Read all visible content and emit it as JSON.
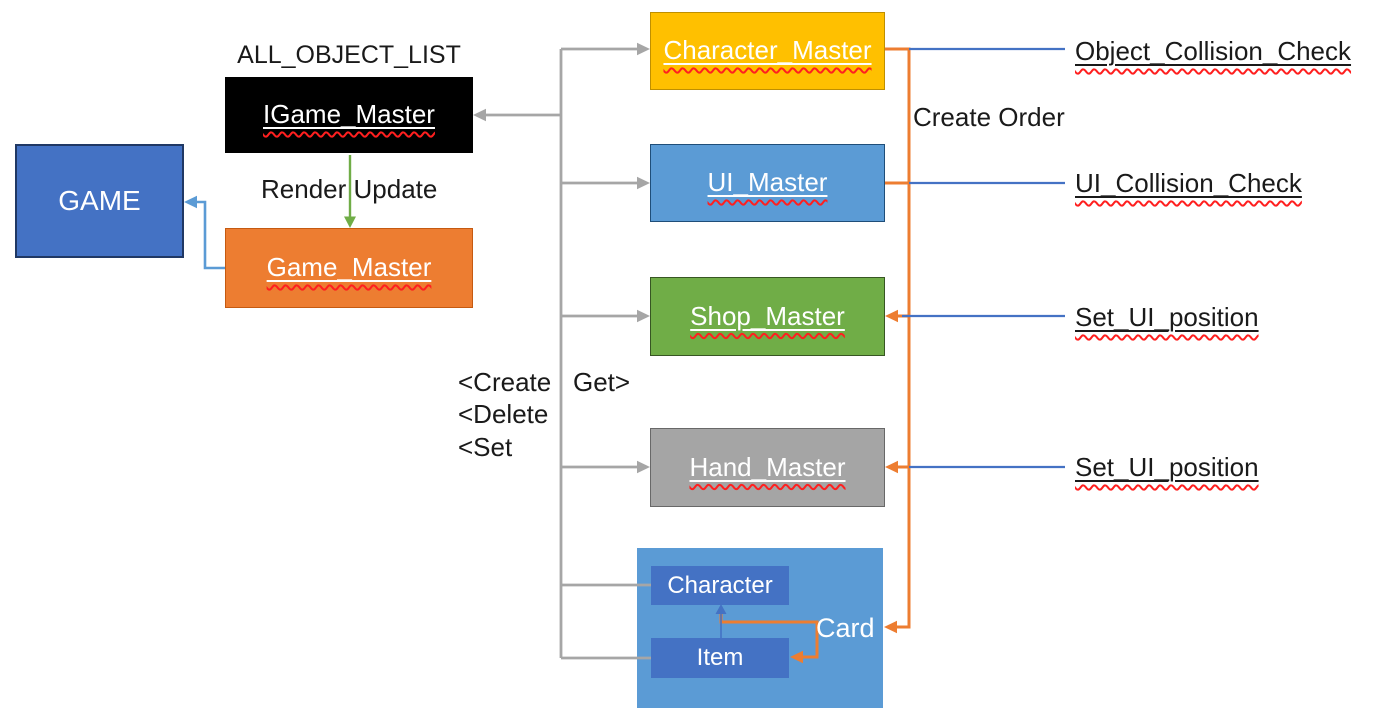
{
  "diagram": {
    "nodes": {
      "game": {
        "label": "GAME",
        "fill": "#4472C4"
      },
      "igame_master": {
        "label": "IGame_Master",
        "fill": "#000000"
      },
      "game_master": {
        "label": "Game_Master",
        "fill": "#ED7D31"
      },
      "character_master": {
        "label": "Character_Master",
        "fill": "#FFC000"
      },
      "ui_master": {
        "label": "UI_Master",
        "fill": "#5B9BD5"
      },
      "shop_master": {
        "label": "Shop_Master",
        "fill": "#70AD47"
      },
      "hand_master": {
        "label": "Hand_Master",
        "fill": "#A5A5A5"
      },
      "object_container": {
        "fill": "#5B9BD5"
      },
      "character": {
        "label": "Character",
        "fill": "#4472C4"
      },
      "item": {
        "label": "Item",
        "fill": "#4472C4"
      }
    },
    "annotations": {
      "all_object_list": "ALL_OBJECT_LIST",
      "render_update": "Render Update",
      "create_order": "Create Order",
      "object_collision_check": "Object_Collision_Check",
      "ui_collision_check": "UI_Collision_Check",
      "set_ui_position_shop": "Set_UI_position",
      "set_ui_position_hand": "Set_UI_position",
      "create": "<Create",
      "get": "Get>",
      "delete": "<Delete",
      "set": "<Set",
      "card": "Card"
    },
    "connector_colors": {
      "gray": "#A6A6A6",
      "orange": "#ED7D31",
      "blue": "#4472C4",
      "light_blue": "#5B9BD5",
      "green": "#70AD47",
      "squiggle": "#FF1F1F"
    }
  }
}
